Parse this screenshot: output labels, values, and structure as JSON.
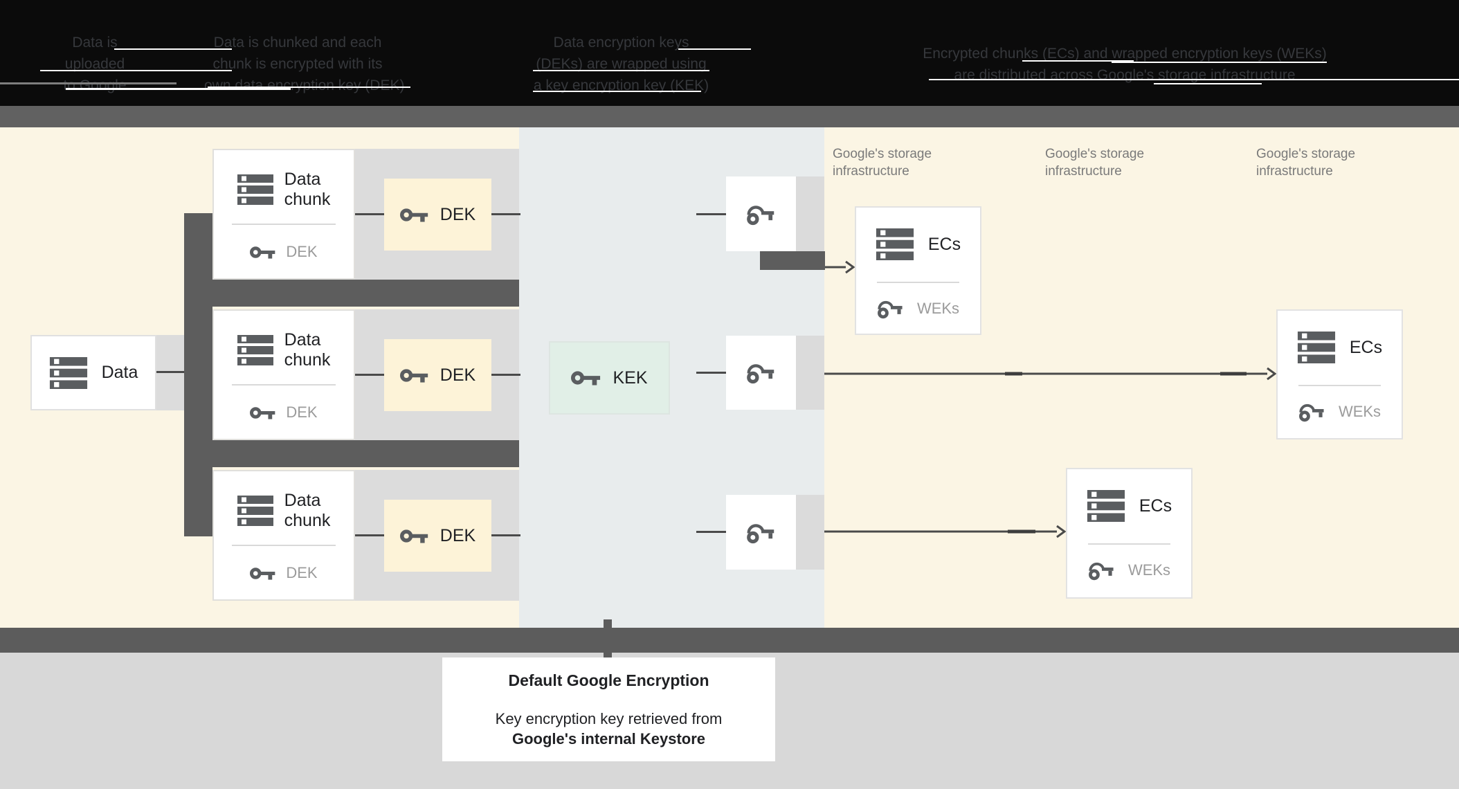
{
  "header": {
    "steps": [
      {
        "line1": "Data is",
        "line2": "uploaded",
        "line3": "to Google"
      },
      {
        "line1": "Data is chunked and each",
        "line2": "chunk is encrypted with its",
        "line3": "own data encryption key (DEK)"
      },
      {
        "line1": "Data encryption keys",
        "line2": "(DEKs) are wrapped using",
        "line3": "a key encryption key (KEK)"
      },
      {
        "line1_prefix": "Encrypted chunks (ECs) and ",
        "line1_link": "wrapped encryption keys (WEKs)",
        "line2": "are distributed across Google's storage infrastructure"
      }
    ]
  },
  "diagram": {
    "data_source": {
      "label": "Data"
    },
    "chunk_rows": [
      {
        "title_line1": "Data",
        "title_line2": "chunk",
        "dek_ref_label": "DEK",
        "dek_key_label": "DEK"
      },
      {
        "title_line1": "Data",
        "title_line2": "chunk",
        "dek_ref_label": "DEK",
        "dek_key_label": "DEK"
      },
      {
        "title_line1": "Data",
        "title_line2": "chunk",
        "dek_ref_label": "DEK",
        "dek_key_label": "DEK"
      }
    ],
    "kek": {
      "label": "KEK"
    },
    "storage_zones": [
      {
        "line1": "Google's storage",
        "line2": "infrastructure"
      },
      {
        "line1": "Google's storage",
        "line2": "infrastructure"
      },
      {
        "line1": "Google's storage",
        "line2": "infrastructure"
      }
    ],
    "ecs_boxes": [
      {
        "title": "ECs",
        "keys_label": "WEKs"
      },
      {
        "title": "ECs",
        "keys_label": "WEKs"
      },
      {
        "title": "ECs",
        "keys_label": "WEKs"
      }
    ]
  },
  "caption": {
    "title": "Default Google Encryption",
    "body_line1": "Key encryption key retrieved from",
    "body_line2": "Google's internal Keystore"
  },
  "colors": {
    "header_bg": "#0b0b0b",
    "header_text": "#36383c",
    "header_band": "#616161",
    "cream": "#fbf5e4",
    "center_panel": "#e8eced",
    "row_band": "#dcdcdc",
    "dark_bar": "#5d5d5d",
    "connector": "#4a4a4a",
    "dek_fill": "#fdf3d8",
    "kek_fill": "#e1efe7",
    "kek_border": "#dde5e1",
    "icon": "#5a5d60",
    "text_dark": "#202124",
    "text_muted": "#9b9b9b",
    "storage_text": "#7a7a7a",
    "footer_bg": "#d8d8d8",
    "band_dark": "#5c5c5c"
  }
}
